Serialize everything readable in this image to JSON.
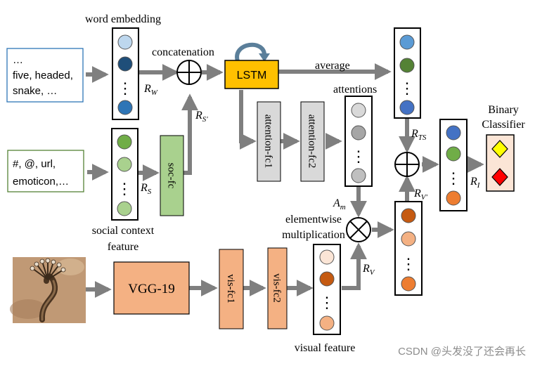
{
  "labels": {
    "word_embedding": "word embedding",
    "concatenation": "concatenation",
    "lstm": "LSTM",
    "average": "average",
    "attentions": "attentions",
    "binary_classifier_line1": "Binary",
    "binary_classifier_line2": "Classifier",
    "social_context_line1": "social context",
    "social_context_line2": "feature",
    "elementwise_line1": "elementwise",
    "elementwise_line2": "multiplication",
    "visual_feature": "visual feature",
    "watermark": "CSDN @头发没了还会再长"
  },
  "inputs": {
    "text_lines": [
      "…",
      "five, headed,",
      "snake, …"
    ],
    "social_lines": [
      "#, @, url,",
      "emoticon,…"
    ]
  },
  "layers": {
    "soc_fc": "soc-fc",
    "attention_fc1": "attention-fc1",
    "attention_fc2": "attention-fc2",
    "vgg": "VGG-19",
    "vis_fc1": "vis-fc1",
    "vis_fc2": "vis-fc2"
  },
  "variables": {
    "rw": "R",
    "rw_sub": "W",
    "rs_prime": "R",
    "rs_prime_sub": "S'",
    "rs": "R",
    "rs_sub": "S",
    "am": "A",
    "am_sub": "m",
    "rv": "R",
    "rv_sub": "V",
    "rts": "R",
    "rts_sub": "TS",
    "rv_prime": "R",
    "rv_prime_sub": "V'",
    "ri": "R",
    "ri_sub": "I",
    "dots": "⋮"
  },
  "colors": {
    "arrow": "#7f7f7f",
    "lstm": "#ffc000",
    "green_layer": "#a9d18e",
    "gray_layer": "#d9d9d9",
    "salmon_layer": "#f4b183",
    "word_c1": "#bdd7ee",
    "word_c2": "#1f4e79",
    "word_c3": "#2e75b6",
    "soc_c1": "#70ad47",
    "soc_c2": "#a9d18e",
    "att_c": "#bfbfbf",
    "att_c2": "#a6a6a6",
    "ts_c1": "#5b9bd5",
    "ts_c2": "#548235",
    "ts_c3": "#4472c4",
    "vis_c1": "#fbe5d6",
    "vis_c2": "#c55a11",
    "vis_c3": "#f4b183",
    "vp_c1": "#c55a11",
    "vp_c2": "#f4b183",
    "vp_c3": "#ed7d31",
    "ri_c1": "#4472c4",
    "ri_c2": "#70ad47",
    "ri_c3": "#ed7d31",
    "diamond_yellow": "#ffff00",
    "diamond_red": "#ff0000",
    "classifier_bg": "#fbe5d6"
  }
}
